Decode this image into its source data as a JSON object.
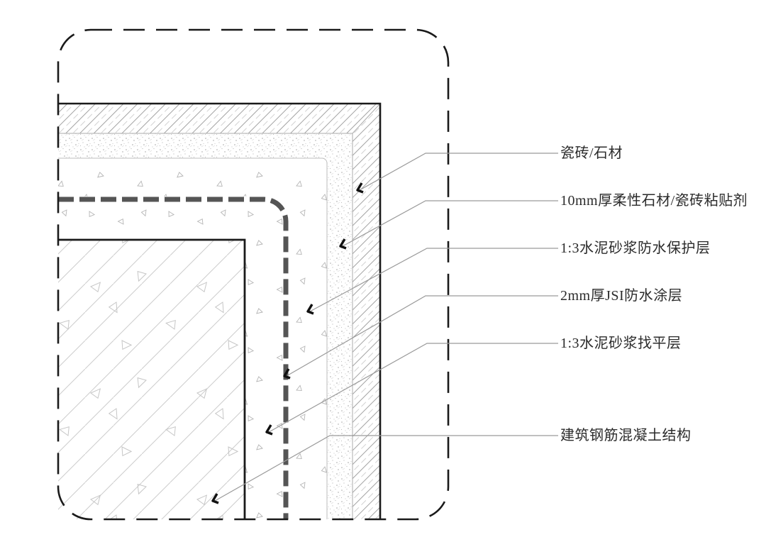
{
  "diagram": {
    "kind": "construction-corner-waterproofing-detail",
    "callouts": [
      {
        "label": "瓷砖/石材"
      },
      {
        "label": "10mm厚柔性石材/瓷砖粘贴剂"
      },
      {
        "label": "1:3水泥砂浆防水保护层"
      },
      {
        "label": "2mm厚JSI防水涂层"
      },
      {
        "label": "1:3水泥砂浆找平层"
      },
      {
        "label": "建筑钢筋混凝土结构"
      }
    ],
    "colors": {
      "background": "#ffffff",
      "outline": "#1a1a1a",
      "membrane_dash": "#555555",
      "leader_line": "#9a9a9a",
      "hatch_light": "#ababab",
      "text": "#2b2b2b"
    }
  }
}
